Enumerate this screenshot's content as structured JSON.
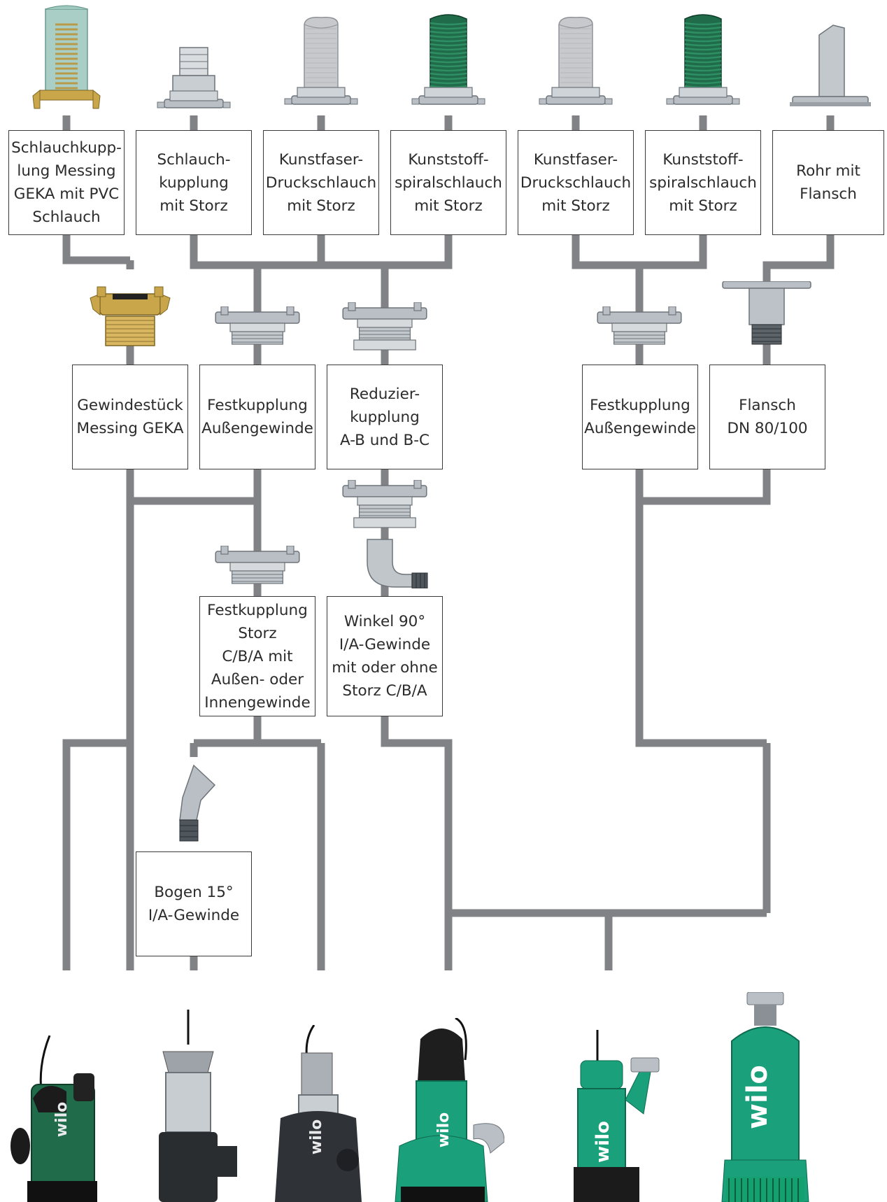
{
  "colors": {
    "line": "#808285",
    "box_border": "#3a3a3a",
    "text": "#2b2b2b",
    "wilo_green": "#1aa07a",
    "dark_green": "#1f6b4a",
    "steel": "#b9bfc5",
    "brass": "#c9a64a",
    "black": "#2a2a2a"
  },
  "hoses": [
    {
      "id": "hose-1",
      "label": "Schlauchkupp-\nlung Messing\nGEKA mit PVC\nSchlauch",
      "icon": "pvc-hose-geka-icon"
    },
    {
      "id": "hose-2",
      "label": "Schlauch-\nkupplung\nmit Storz",
      "icon": "hose-coupling-storz-icon"
    },
    {
      "id": "hose-3",
      "label": "Kunstfaser-\nDruckschlauch\nmit Storz",
      "icon": "fabric-hose-icon"
    },
    {
      "id": "hose-4",
      "label": "Kunststoff-\nspiralschlauch\nmit Storz",
      "icon": "spiral-hose-icon"
    },
    {
      "id": "hose-5",
      "label": "Kunstfaser-\nDruckschlauch\nmit Storz",
      "icon": "fabric-hose-icon"
    },
    {
      "id": "hose-6",
      "label": "Kunststoff-\nspiralschlauch\nmit Storz",
      "icon": "spiral-hose-icon"
    },
    {
      "id": "hose-7",
      "label": "Rohr mit\nFlansch",
      "icon": "flanged-pipe-icon"
    }
  ],
  "fittings": [
    {
      "id": "fit-1",
      "label": "Gewindestück\nMessing GEKA",
      "icon": "brass-geka-fitting-icon"
    },
    {
      "id": "fit-2",
      "label": "Festkupplung\nAußengewinde",
      "icon": "storz-coupling-icon"
    },
    {
      "id": "fit-3",
      "label": "Reduzier-\nkupplung\nA-B und B-C",
      "icon": "reducer-coupling-icon"
    },
    {
      "id": "fit-4",
      "label": "Festkupplung\nAußengewinde",
      "icon": "storz-coupling-icon"
    },
    {
      "id": "fit-5",
      "label": "Flansch\nDN 80/100",
      "icon": "flange-icon"
    }
  ],
  "lower": [
    {
      "id": "low-1",
      "label": "Festkupplung\nStorz\nC/B/A mit\nAußen- oder\nInnengewinde",
      "icon": "storz-coupling-icon"
    },
    {
      "id": "low-2",
      "label": "Winkel 90°\nI/A-Gewinde\nmit oder ohne\nStorz C/B/A",
      "icon": "elbow-90-icon"
    },
    {
      "id": "low-3",
      "label": "Bogen 15°\nI/A-Gewinde",
      "icon": "bend-15-icon"
    }
  ],
  "pumps": [
    {
      "id": "pump-1",
      "icon": "small-green-pump-icon",
      "brand": "wilo"
    },
    {
      "id": "pump-2",
      "icon": "stainless-pump-icon",
      "brand": ""
    },
    {
      "id": "pump-3",
      "icon": "grey-stainless-pump-icon",
      "brand": "wilo"
    },
    {
      "id": "pump-4",
      "icon": "green-pump-with-elbow-icon",
      "brand": "wilo"
    },
    {
      "id": "pump-5",
      "icon": "green-pump-with-storz-icon",
      "brand": "wilo"
    },
    {
      "id": "pump-6",
      "icon": "large-green-pump-icon",
      "brand": "wilo"
    }
  ]
}
